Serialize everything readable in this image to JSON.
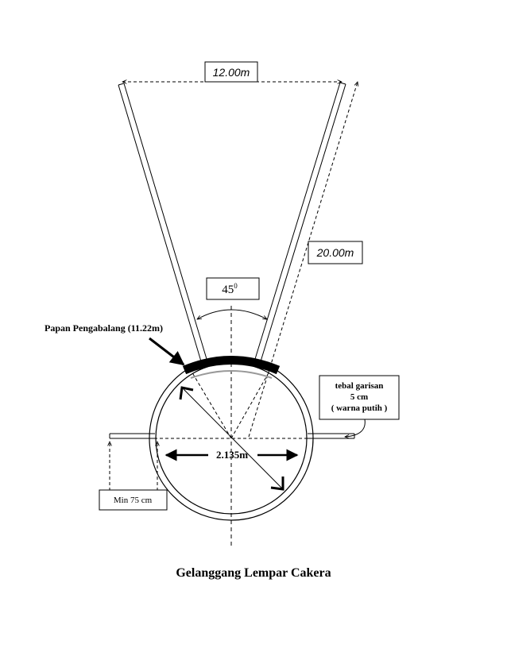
{
  "diagram": {
    "title": "Gelanggang Lempar Cakera",
    "labels": {
      "width_label": "12.00m",
      "length_label": "20.00m",
      "angle_value": "45",
      "angle_superscript": "0",
      "board_label": "Papan Pengabalang (11.22m)",
      "line_note_1": "tebal garisan",
      "line_note_2": "5 cm",
      "line_note_3": "( warna putih )",
      "diameter_label": "2.135m",
      "min_label": "Min 75 cm"
    },
    "colors": {
      "line": "#000000",
      "board": "#000000",
      "background": "#ffffff"
    }
  }
}
